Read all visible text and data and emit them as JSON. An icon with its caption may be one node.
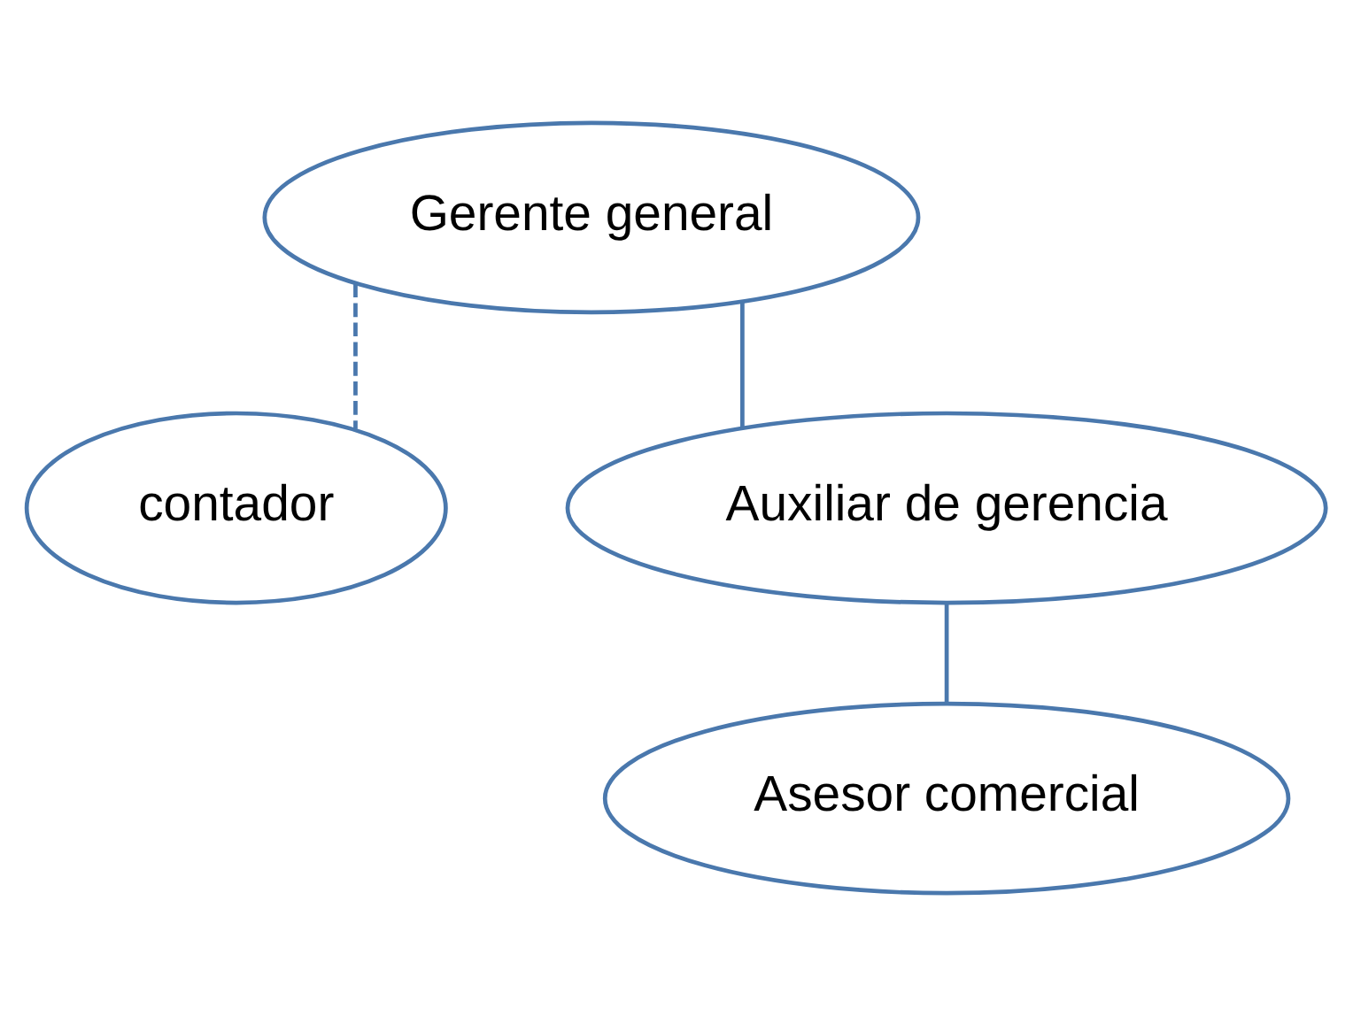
{
  "diagram": {
    "nodes": [
      {
        "text": [
          "Gerente general"
        ]
      },
      {
        "text": [
          "contador"
        ]
      },
      {
        "text": [
          "Auxiliar de gerencia"
        ]
      },
      {
        "text": [
          "Asesor comercial"
        ]
      }
    ],
    "edges": [
      {
        "from": 0,
        "to": 1,
        "arrow": "none",
        "style": "dashed"
      },
      {
        "from": 0,
        "to": 2,
        "arrow": "none"
      },
      {
        "from": 2,
        "to": 3,
        "arrow": "none"
      }
    ]
  }
}
